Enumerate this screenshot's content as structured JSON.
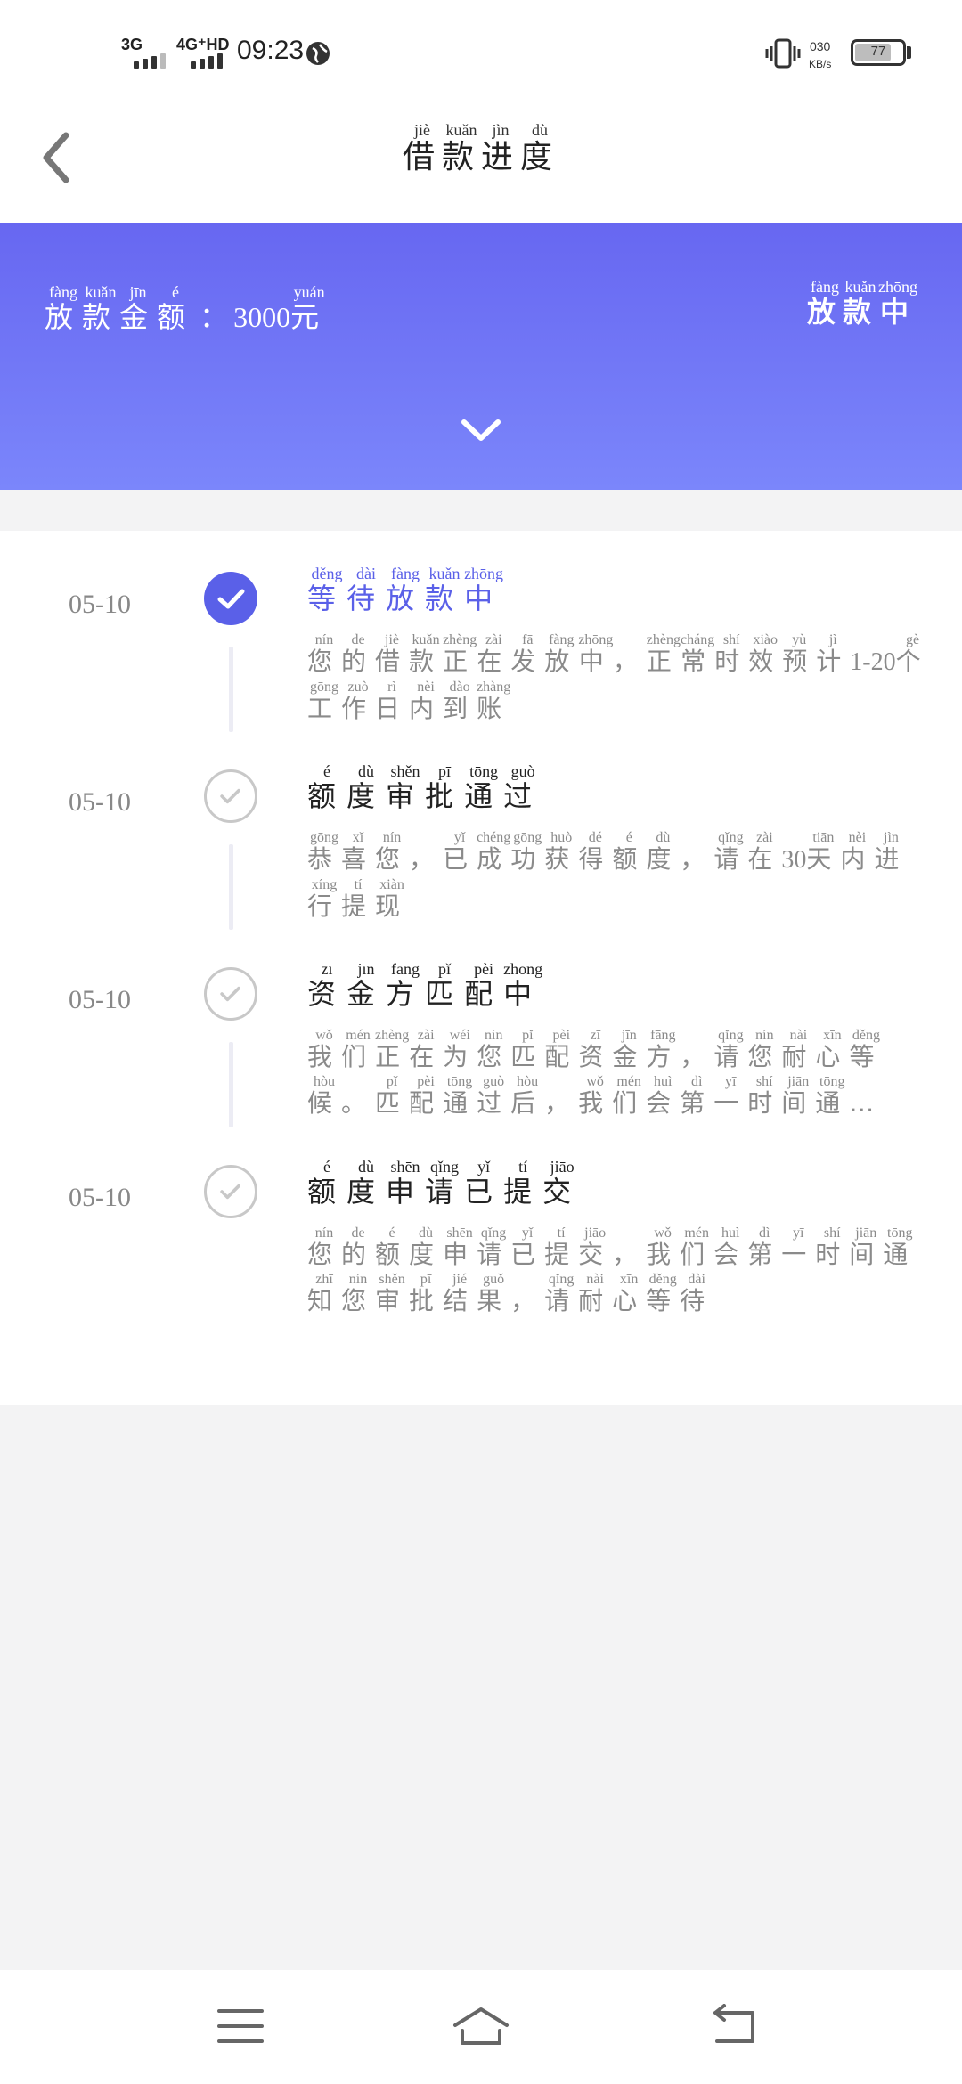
{
  "status_bar": {
    "net1": "3G",
    "net2": "4G⁺HD",
    "time": "09:23",
    "speed_value": "030",
    "speed_unit": "KB/s",
    "battery": "77"
  },
  "header": {
    "title_chars": [
      "借",
      "款",
      "进",
      "度"
    ],
    "title_pinyin": [
      "jiè",
      "kuǎn",
      "jìn",
      "dù"
    ]
  },
  "banner": {
    "amount_label_chars": [
      "放",
      "款",
      "金",
      "额"
    ],
    "amount_label_pinyin": [
      "fàng",
      "kuǎn",
      "jīn",
      "é"
    ],
    "colon": "：",
    "amount_value": "3000",
    "currency_char": "元",
    "currency_pinyin": "yuán",
    "status_chars": [
      "放",
      "款",
      "中"
    ],
    "status_pinyin": [
      "fàng",
      "kuǎn",
      "zhōng"
    ],
    "accent_color": "#6767f1"
  },
  "timeline": [
    {
      "date": "05-10",
      "state": "done",
      "title": "等待放款中",
      "title_pinyin": "děng dài fàng kuǎn zhōng",
      "desc": "您的借款正在发放中，正常时效预计1-20个工作日内到账",
      "desc_pinyin": "nín de jiè kuǎn zhèng zài fā fàng zhōng zhèng cháng shí xiào yù jì gè gōng zuò rì nèi dào zhàng"
    },
    {
      "date": "05-10",
      "state": "pending",
      "title": "额度审批通过",
      "title_pinyin": "é dù shěn pī tōng guò",
      "desc": "恭喜您，已成功获得额度，请在30天内进行提现",
      "desc_pinyin": "gōng xǐ nín yǐ chéng gōng huò dé é dù qǐng zài tiān nèi jìn xíng tí xiàn"
    },
    {
      "date": "05-10",
      "state": "pending",
      "title": "资金方匹配中",
      "title_pinyin": "zī jīn fāng pǐ pèi zhōng",
      "desc": "我们正在为您匹配资金方，请您耐心等候。匹配通过后，我们会第一时间通…",
      "desc_pinyin": "wǒ mén zhèng zài wéi nín pǐ pèi zī jīn fāng qǐng nín nài xīn děng hòu pǐ pèi tōng guò hòu wǒ mén huì dì yī shí jiān tōng"
    },
    {
      "date": "05-10",
      "state": "pending",
      "title": "额度申请已提交",
      "title_pinyin": "é dù shēn qǐng yǐ tí jiāo",
      "desc": "您的额度申请已提交，我们会第一时间通知您审批结果，请耐心等待",
      "desc_pinyin": "nín de é dù shēn qǐng yǐ tí jiāo wǒ mén huì dì yī shí jiān tōng zhī nín shěn pī jié guǒ qǐng nài xīn děng dài"
    }
  ]
}
